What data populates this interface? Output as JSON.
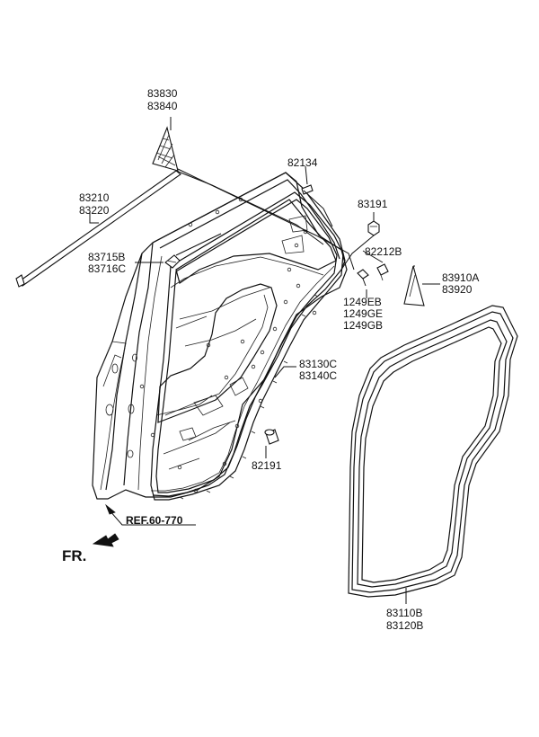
{
  "labels": {
    "p83830": "83830",
    "p83840": "83840",
    "p82134": "82134",
    "p83210": "83210",
    "p83220": "83220",
    "p83191": "83191",
    "p82212b": "82212B",
    "p83715b": "83715B",
    "p83716c": "83716C",
    "p83910a": "83910A",
    "p83920": "83920",
    "p1249eb": "1249EB",
    "p1249ge": "1249GE",
    "p1249gb": "1249GB",
    "p83130c": "83130C",
    "p83140c": "83140C",
    "p82191": "82191",
    "ref": "REF.60-770",
    "fr": "FR.",
    "p83110b": "83110B",
    "p83120b": "83120B"
  }
}
